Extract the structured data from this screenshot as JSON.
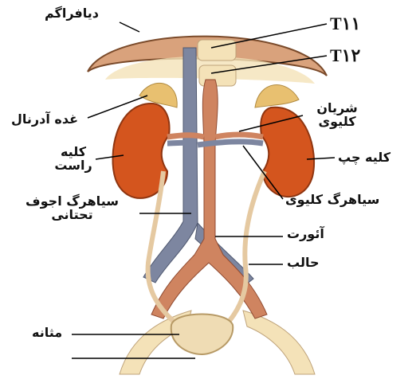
{
  "colors": {
    "diaphragm": "#d9a27c",
    "kidney": "#d4551e",
    "adrenal": "#e8c070",
    "aorta": "#cf8460",
    "vena_cava": "#7d86a0",
    "ureter": "#e5c9a1",
    "bladder": "#efdcb4",
    "bone": "#f4e2b8",
    "leader_line": "#000000"
  },
  "labels": {
    "diaphragm": "دیافراگم",
    "t11": "T۱۱",
    "t12": "T۱۲",
    "adrenal_gland": "غده آدرنال",
    "renal_artery_line1": "شریان",
    "renal_artery_line2": "کلیوی",
    "right_kidney_line1": "کلیه",
    "right_kidney_line2": "راست",
    "left_kidney": "کلیه چپ",
    "renal_vein": "سیاهرگ کلیوی",
    "ivc_line1": "سیاهرگ اجوف",
    "ivc_line2": "تحتانی",
    "aorta": "آئورت",
    "ureter": "حالب",
    "bladder": "مثانه"
  }
}
